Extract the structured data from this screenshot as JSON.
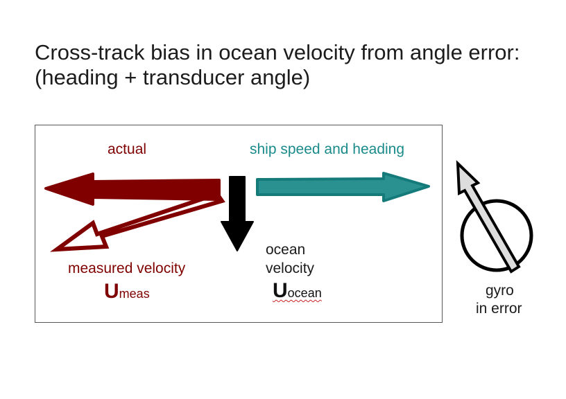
{
  "title": {
    "line1": "Cross-track bias in ocean velocity from angle error:",
    "line2": "(heading + transducer angle)"
  },
  "labels": {
    "actual": "actual",
    "ship_speed_heading": "ship speed and heading",
    "measured_velocity": "measured velocity",
    "u_meas_main": "U",
    "u_meas_sub": "meas",
    "ocean_velocity_line1": "ocean",
    "ocean_velocity_line2": "velocity",
    "u_ocean_main": "U",
    "u_ocean_sub": "ocean",
    "gyro_line1": "gyro",
    "gyro_line2": "in error"
  },
  "colors": {
    "dark_red": "#800000",
    "teal": "#1a8a8a",
    "black": "#000000",
    "gray_fill": "#d8d8d8"
  },
  "icons": {
    "gyro": "gyro-compass-icon"
  }
}
